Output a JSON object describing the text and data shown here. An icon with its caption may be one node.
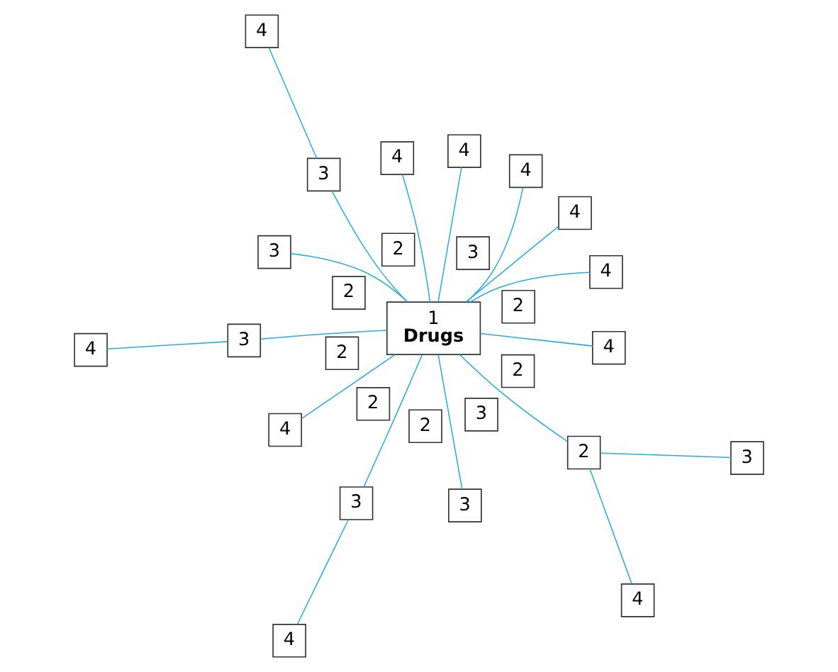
{
  "diagram": {
    "nodes": [
      {
        "text": [
          "4"
        ]
      },
      {
        "text": [
          "3"
        ]
      },
      {
        "text": [
          "4"
        ]
      },
      {
        "text": [
          "3"
        ]
      },
      {
        "text": [
          "3"
        ]
      },
      {
        "text": [
          "4"
        ]
      },
      {
        "text": [
          "2"
        ]
      },
      {
        "text": [
          "2"
        ]
      },
      {
        "text": [
          "2"
        ]
      },
      {
        "text": [
          "3"
        ]
      },
      {
        "text": [
          "1",
          "Drugs"
        ]
      },
      {
        "text": [
          "2"
        ]
      },
      {
        "text": [
          "2"
        ]
      },
      {
        "text": [
          "4"
        ]
      },
      {
        "text": [
          "4"
        ]
      },
      {
        "text": [
          "3"
        ]
      },
      {
        "text": [
          "2"
        ]
      },
      {
        "text": [
          "3"
        ]
      },
      {
        "text": [
          "2"
        ]
      },
      {
        "text": [
          "2"
        ]
      },
      {
        "text": [
          "4"
        ]
      },
      {
        "text": [
          "3"
        ]
      },
      {
        "text": [
          "4"
        ]
      },
      {
        "text": [
          "3"
        ]
      },
      {
        "text": [
          "4"
        ]
      },
      {
        "text": [
          "4"
        ]
      },
      {
        "text": [
          "4"
        ]
      },
      {
        "text": [
          "4"
        ]
      }
    ],
    "edges": [
      {
        "from": 10,
        "to": 0,
        "arrow": "none"
      },
      {
        "from": 10,
        "to": 4,
        "arrow": "none"
      },
      {
        "from": 4,
        "to": 5,
        "arrow": "none"
      },
      {
        "from": 10,
        "to": 7,
        "arrow": "none"
      },
      {
        "from": 7,
        "to": 1,
        "arrow": "none"
      },
      {
        "from": 7,
        "to": 2,
        "arrow": "none"
      },
      {
        "from": 10,
        "to": 3,
        "arrow": "none"
      },
      {
        "from": 10,
        "to": 9,
        "arrow": "none"
      },
      {
        "from": 10,
        "to": 14,
        "arrow": "none"
      },
      {
        "from": 10,
        "to": 22,
        "arrow": "none"
      },
      {
        "from": 10,
        "to": 21,
        "arrow": "none"
      },
      {
        "from": 21,
        "to": 25,
        "arrow": "none"
      },
      {
        "from": 10,
        "to": 26,
        "arrow": "none"
      },
      {
        "from": 10,
        "to": 24,
        "arrow": "none"
      },
      {
        "from": 10,
        "to": 27,
        "arrow": "none"
      },
      {
        "from": 10,
        "to": 13,
        "arrow": "none"
      },
      {
        "from": 10,
        "to": 17,
        "arrow": "none"
      },
      {
        "from": 17,
        "to": 20,
        "arrow": "none"
      }
    ]
  }
}
